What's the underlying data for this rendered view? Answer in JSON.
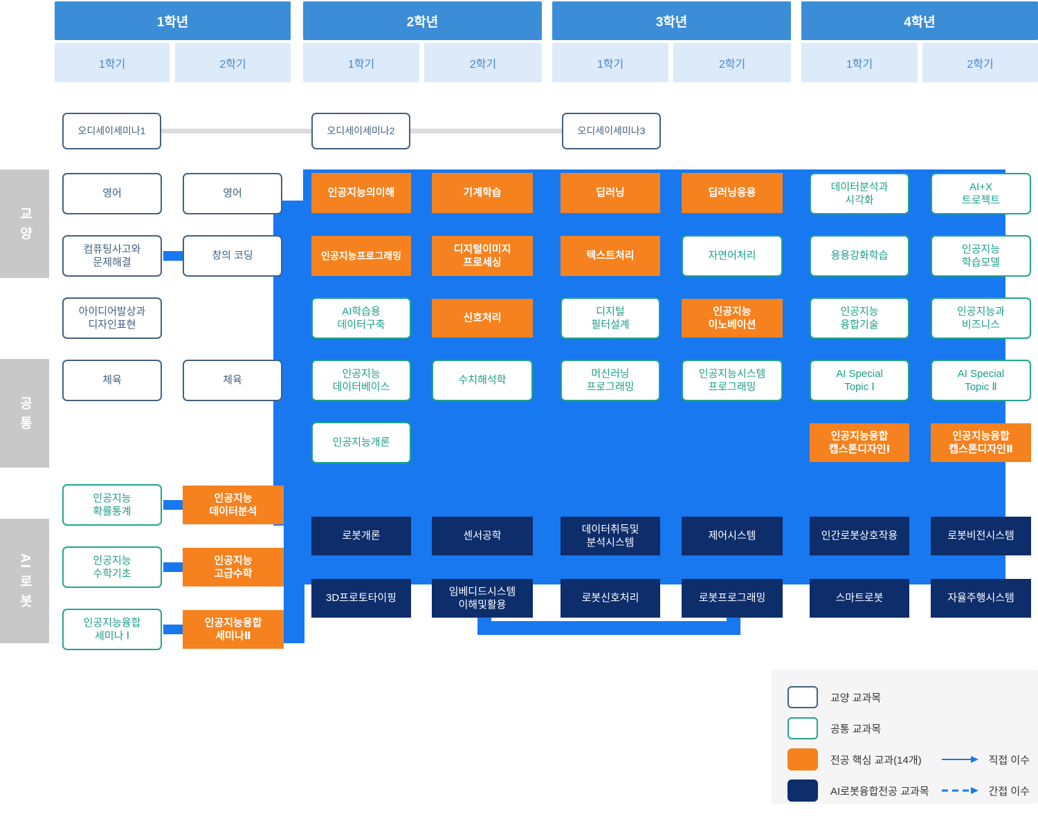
{
  "header": {
    "years": [
      {
        "label": "1학년",
        "semesters": [
          "1학기",
          "2학기"
        ]
      },
      {
        "label": "2학년",
        "semesters": [
          "1학기",
          "2학기"
        ]
      },
      {
        "label": "3학년",
        "semesters": [
          "1학기",
          "2학기"
        ]
      },
      {
        "label": "4학년",
        "semesters": [
          "1학기",
          "2학기"
        ]
      }
    ]
  },
  "categories": [
    {
      "label": "교 양"
    },
    {
      "label": "공 통"
    },
    {
      "label": "AI 로 봇"
    }
  ],
  "odyssey": [
    {
      "label": "오디세이세미나1"
    },
    {
      "label": "오디세이세미나2"
    },
    {
      "label": "오디세이세미나3"
    }
  ],
  "courses": {
    "y1s1": [
      {
        "label": "영어",
        "type": "gyoyang"
      },
      {
        "label": "컴퓨팅사고와\n문제해결",
        "type": "gyoyang"
      },
      {
        "label": "아이디어발상과\n디자인표현",
        "type": "gyoyang"
      },
      {
        "label": "체육",
        "type": "gyoyang"
      },
      {
        "label": "인공지능\n확률통계",
        "type": "gongtong"
      },
      {
        "label": "인공지능\n수학기초",
        "type": "gongtong"
      },
      {
        "label": "인공지능융합\n세미나 Ⅰ",
        "type": "gongtong"
      }
    ],
    "y1s2": [
      {
        "label": "영어",
        "type": "gyoyang"
      },
      {
        "label": "창의 코딩",
        "type": "gyoyang"
      },
      {
        "label": "체육",
        "type": "gyoyang"
      },
      {
        "label": "인공지능\n데이터분석",
        "type": "core"
      },
      {
        "label": "인공지능\n고급수학",
        "type": "core"
      },
      {
        "label": "인공지능융합\n세미나Ⅱ",
        "type": "core"
      }
    ],
    "y2s1": [
      {
        "label": "인공지능의이해",
        "type": "core"
      },
      {
        "label": "인공지능프로그래밍",
        "type": "core"
      },
      {
        "label": "AI학습용\n데이터구축",
        "type": "gongtong"
      },
      {
        "label": "인공지능\n데이터베이스",
        "type": "gongtong"
      },
      {
        "label": "인공지능개론",
        "type": "gongtong"
      },
      {
        "label": "로봇개론",
        "type": "airobot"
      },
      {
        "label": "3D프로토타이핑",
        "type": "airobot"
      }
    ],
    "y2s2": [
      {
        "label": "기계학습",
        "type": "core"
      },
      {
        "label": "디지털이미지\n프로세싱",
        "type": "core"
      },
      {
        "label": "신호처리",
        "type": "core"
      },
      {
        "label": "수치해석학",
        "type": "gongtong"
      },
      {
        "label": "센서공학",
        "type": "airobot"
      },
      {
        "label": "임베디드시스템\n이해및활용",
        "type": "airobot"
      }
    ],
    "y3s1": [
      {
        "label": "딥러닝",
        "type": "core"
      },
      {
        "label": "텍스트처리",
        "type": "core"
      },
      {
        "label": "디지털\n필터설계",
        "type": "gongtong"
      },
      {
        "label": "머신러닝\n프로그래밍",
        "type": "gongtong"
      },
      {
        "label": "데이터취득및\n분석시스템",
        "type": "airobot"
      },
      {
        "label": "로봇신호처리",
        "type": "airobot"
      }
    ],
    "y3s2": [
      {
        "label": "딥러닝응용",
        "type": "core"
      },
      {
        "label": "자연어처리",
        "type": "gongtong"
      },
      {
        "label": "인공지능\n이노베이션",
        "type": "core"
      },
      {
        "label": "인공지능시스템\n프로그래밍",
        "type": "gongtong"
      },
      {
        "label": "제어시스템",
        "type": "airobot"
      },
      {
        "label": "로봇프로그래밍",
        "type": "airobot"
      }
    ],
    "y4s1": [
      {
        "label": "데이터분석과\n시각화",
        "type": "gongtong"
      },
      {
        "label": "용용강화학습",
        "type": "gongtong"
      },
      {
        "label": "인공지능\n융합기술",
        "type": "gongtong"
      },
      {
        "label": "AI Special\nTopic Ⅰ",
        "type": "gongtong"
      },
      {
        "label": "인공지능융합\n캡스톤디자인Ⅰ",
        "type": "core"
      },
      {
        "label": "인간로봇상호작용",
        "type": "airobot"
      },
      {
        "label": "스마트로봇",
        "type": "airobot"
      }
    ],
    "y4s2": [
      {
        "label": "AI+X\n트로젝트",
        "type": "gongtong"
      },
      {
        "label": "인공지능\n학습모델",
        "type": "gongtong"
      },
      {
        "label": "인공지능과\n비즈니스",
        "type": "gongtong"
      },
      {
        "label": "AI Special\nTopic Ⅱ",
        "type": "gongtong"
      },
      {
        "label": "인공지능융합\n캡스톤디자인Ⅱ",
        "type": "core"
      },
      {
        "label": "로봇비전시스템",
        "type": "airobot"
      },
      {
        "label": "자율주행시스템",
        "type": "airobot"
      }
    ]
  },
  "legend": {
    "items": [
      {
        "swatch": "gyoyang",
        "label": "교양 교과목"
      },
      {
        "swatch": "gongtong",
        "label": "공통 교과목"
      },
      {
        "swatch": "core",
        "label": "전공 핵심 교과(14개)"
      },
      {
        "swatch": "airobot",
        "label": "AI로봇융합전공 교과목"
      }
    ],
    "arrows": [
      {
        "style": "solid",
        "label": "직접 이수"
      },
      {
        "style": "dashed",
        "label": "간접 이수"
      }
    ]
  },
  "colors": {
    "year_header": "#3c8dd8",
    "semester_header": "#dceaf9",
    "flow": "#1878f0",
    "core": "#f5821f",
    "airobot": "#0d2d6b",
    "gongtong_border": "#1fa58c",
    "gyoyang_border": "#41607f",
    "category_bg": "#c8c8c8",
    "legend_bg": "#f5f5f5"
  }
}
